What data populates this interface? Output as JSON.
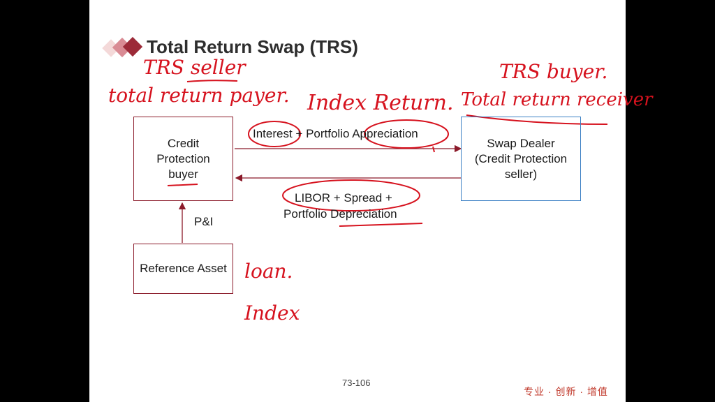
{
  "title": "Total Return Swap (TRS)",
  "boxes": {
    "buyer": [
      "Credit",
      "Protection",
      "buyer"
    ],
    "dealer": [
      "Swap Dealer",
      "(Credit Protection",
      "seller)"
    ],
    "asset": "Reference Asset"
  },
  "arrows": {
    "top_label": "Interest + Portfolio Appreciation",
    "bottom_label_line1": "LIBOR + Spread +",
    "bottom_label_line2": "Portfolio Depreciation",
    "vertical_label": "P&I"
  },
  "handwriting": {
    "trs_seller": "TRS seller",
    "total_return_payer": "total return payer.",
    "index_return": "Index Return.",
    "trs_buyer": "TRS buyer.",
    "total_return_receiver": "Total return receiver",
    "loan": "loan.",
    "index": "Index"
  },
  "footer": {
    "page_number": "73-106",
    "brand": "专业 · 创新 · 增值"
  },
  "colors": {
    "box_border_red": "#8b1a2a",
    "box_border_blue": "#3a7fc4",
    "arrow": "#8b1a2a",
    "ink": "#d6121e",
    "logo": "#9c2a38"
  }
}
